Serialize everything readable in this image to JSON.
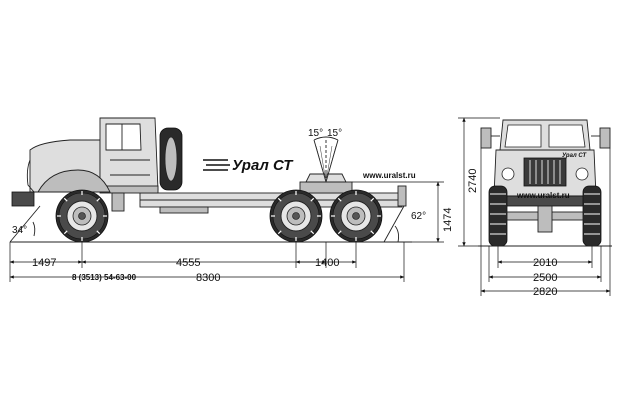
{
  "side_view": {
    "overhang_front": "1497",
    "wheelbase": "4555",
    "rear_axle_spacing": "1400",
    "overall_length": "8300",
    "model_code": "8 (3513) 54-63-00",
    "approach_angle": "34°",
    "departure_angle": "62°",
    "fifth_wheel_angle_left": "15°",
    "fifth_wheel_angle_right": "15°",
    "fifth_wheel_height": "1474",
    "website": "www.uralst.ru",
    "brand": "Урал СТ"
  },
  "front_view": {
    "overall_height": "2740",
    "track": "2010",
    "width_tires": "2500",
    "width_mirrors": "2820",
    "website": "www.uralst.ru",
    "brand": "Урал СТ"
  }
}
